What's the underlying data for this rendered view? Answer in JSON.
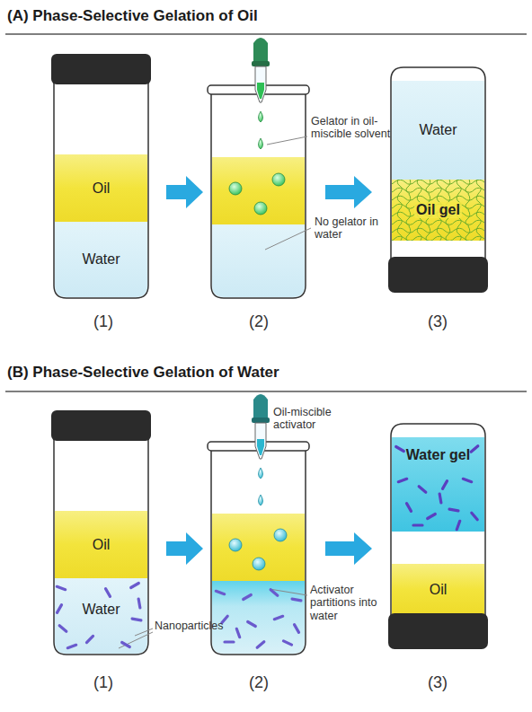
{
  "diagram": {
    "nodes": [
      {
        "text": [
          "Oil"
        ]
      },
      {
        "text": [
          "Water"
        ]
      },
      {
        "text": [
          "Water"
        ]
      },
      {
        "text": [
          "Oil gel"
        ]
      },
      {
        "text": [
          "Oil"
        ]
      },
      {
        "text": [
          "Water"
        ]
      },
      {
        "text": [
          "Water gel"
        ]
      },
      {
        "text": [
          "Oil"
        ]
      }
    ],
    "labels": [
      "(A) Phase-Selective Gelation of Oil",
      "(1)",
      "(2)",
      "(3)",
      "Gelator in oil-miscible solvent",
      "No gelator in water",
      "(B) Phase-Selective Gelation of Water",
      "Nanoparticles",
      "Oil-miscible activator",
      "Activator partitions into water",
      "(1)",
      "(2)",
      "(3)"
    ]
  }
}
